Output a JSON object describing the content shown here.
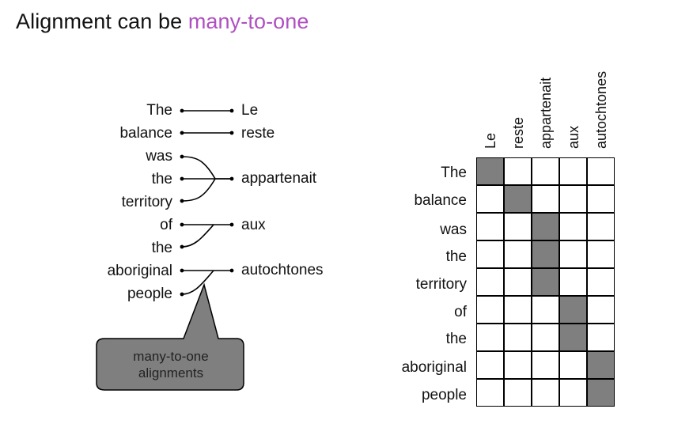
{
  "title": {
    "prefix": "Alignment can be ",
    "highlight": "many-to-one"
  },
  "source_words": [
    "The",
    "balance",
    "was",
    "the",
    "territory",
    "of",
    "the",
    "aboriginal",
    "people"
  ],
  "target_words": [
    "Le",
    "reste",
    "appartenait",
    "aux",
    "autochtones"
  ],
  "alignments": [
    [
      0,
      0
    ],
    [
      1,
      1
    ],
    [
      2,
      2
    ],
    [
      3,
      2
    ],
    [
      4,
      2
    ],
    [
      5,
      3
    ],
    [
      6,
      3
    ],
    [
      7,
      4
    ],
    [
      8,
      4
    ]
  ],
  "callout": {
    "line1": "many-to-one",
    "line2": "alignments"
  },
  "colors": {
    "highlight": "#b04fc2",
    "filled_cell": "#7f7f7f",
    "callout_fill": "#7f7f7f"
  }
}
